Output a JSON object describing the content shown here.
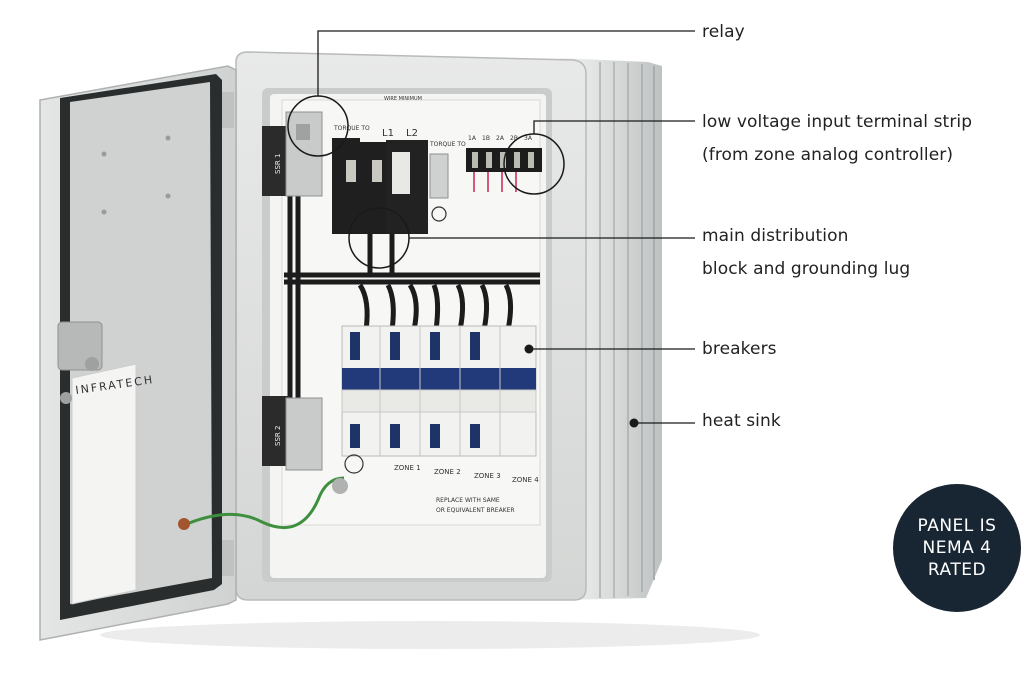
{
  "callouts": {
    "relay": "relay",
    "terminal_strip_line1": "low voltage input terminal strip",
    "terminal_strip_line2": "(from zone analog controller)",
    "distribution_line1": "main distribution",
    "distribution_line2": "block and grounding lug",
    "breakers": "breakers",
    "heat_sink": "heat sink"
  },
  "badge": {
    "line1": "PANEL IS",
    "line2": "NEMA 4",
    "line3": "RATED"
  },
  "product_labels": {
    "brand": "INFRATECH",
    "ssr1": "SSR 1",
    "ssr2": "SSR 2",
    "l1": "L1",
    "l2": "L2",
    "torque_left": "TORQUE TO",
    "torque_right": "TORQUE TO",
    "wire_minimum": "WIRE MINIMUM",
    "terminal_ids": [
      "1A",
      "1B",
      "2A",
      "2B",
      "3A"
    ],
    "zones": [
      "ZONE 1",
      "ZONE 2",
      "ZONE 3",
      "ZONE 4"
    ],
    "replace_line1": "REPLACE WITH SAME",
    "replace_line2": "OR EQUIVALENT BREAKER"
  },
  "colors": {
    "badge_bg": "#182633",
    "leader_line": "#1a1a1a",
    "enclosure": "#dcdedd"
  }
}
